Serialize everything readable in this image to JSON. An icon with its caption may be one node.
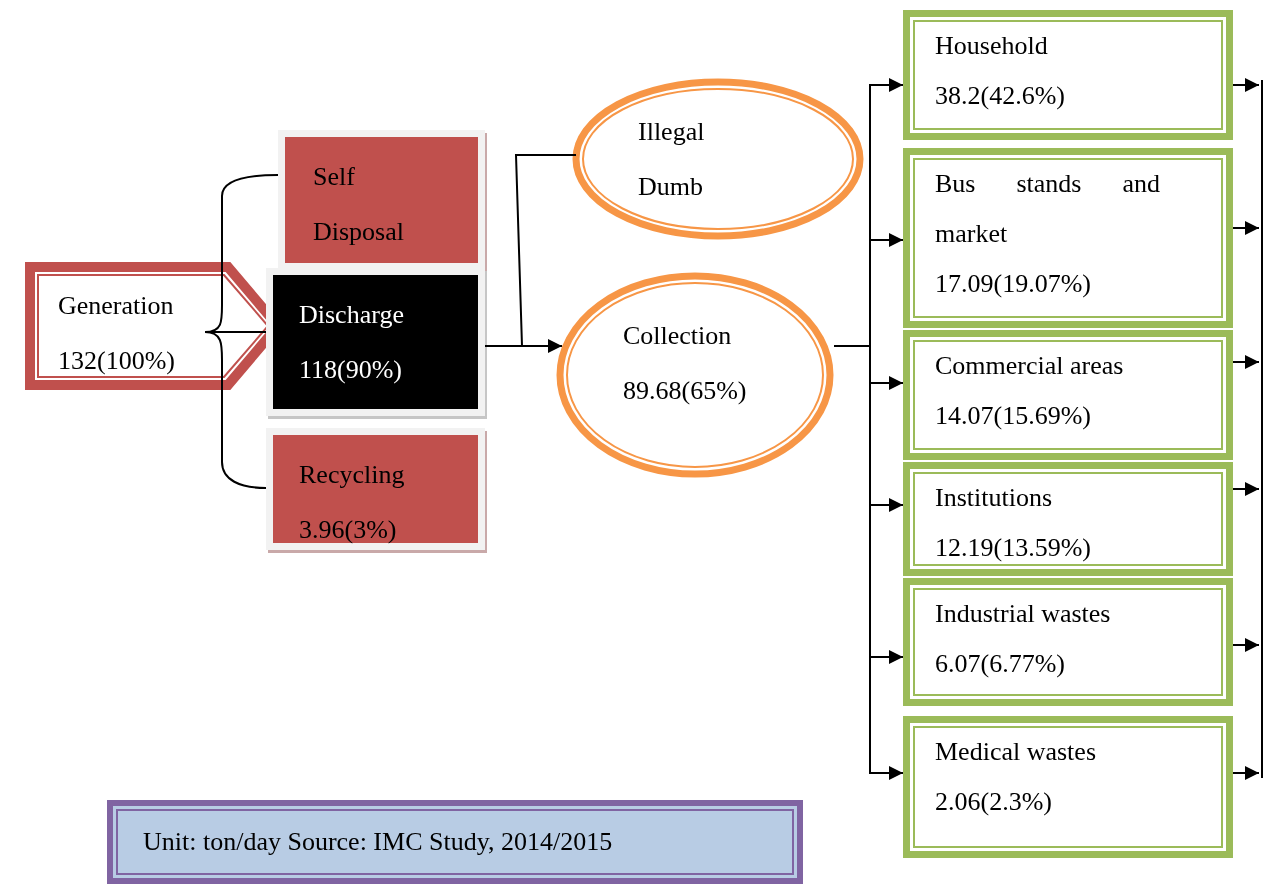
{
  "diagram": {
    "nodes": [
      {
        "text": [
          "Generation",
          "132(100%)"
        ]
      },
      {
        "text": [
          "Self Disposal"
        ]
      },
      {
        "text": [
          "Discharge",
          "118(90%)"
        ]
      },
      {
        "text": [
          "Recycling",
          "3.96(3%)"
        ]
      },
      {
        "text": [
          "Illegal Dumb"
        ]
      },
      {
        "text": [
          "Collection",
          "89.68(65%)"
        ]
      },
      {
        "text": [
          "Household",
          "38.2(42.6%)"
        ]
      },
      {
        "text": [
          "Bus stands and market",
          "17.09(19.07%)"
        ]
      },
      {
        "text": [
          "Commercial areas",
          "14.07(15.69%)"
        ]
      },
      {
        "text": [
          "Institutions",
          "12.19(13.59%)"
        ]
      },
      {
        "text": [
          "Industrial wastes",
          "6.07(6.77%)"
        ]
      },
      {
        "text": [
          "Medical wastes",
          "2.06(2.3%)"
        ]
      },
      {
        "text": [
          "Unit: ton/day Source:  IMC Study, 2014/2015"
        ]
      }
    ],
    "edges": [
      {
        "from": 0,
        "to": 1,
        "arrow": "none"
      },
      {
        "from": 0,
        "to": 2,
        "arrow": "none"
      },
      {
        "from": 0,
        "to": 3,
        "arrow": "none"
      },
      {
        "from": 2,
        "to": 4,
        "arrow": "none"
      },
      {
        "from": 2,
        "to": 5,
        "arrow": "to"
      },
      {
        "from": 5,
        "to": 6,
        "arrow": "to"
      },
      {
        "from": 5,
        "to": 7,
        "arrow": "to"
      },
      {
        "from": 5,
        "to": 8,
        "arrow": "to"
      },
      {
        "from": 5,
        "to": 9,
        "arrow": "to"
      },
      {
        "from": 5,
        "to": 10,
        "arrow": "to"
      },
      {
        "from": 5,
        "to": 11,
        "arrow": "to"
      },
      {
        "from": 6,
        "to": null,
        "arrow": "to"
      },
      {
        "from": 7,
        "to": null,
        "arrow": "to"
      },
      {
        "from": 8,
        "to": null,
        "arrow": "to"
      },
      {
        "from": 9,
        "to": null,
        "arrow": "to"
      },
      {
        "from": 10,
        "to": null,
        "arrow": "to"
      },
      {
        "from": 11,
        "to": null,
        "arrow": "to"
      }
    ]
  }
}
